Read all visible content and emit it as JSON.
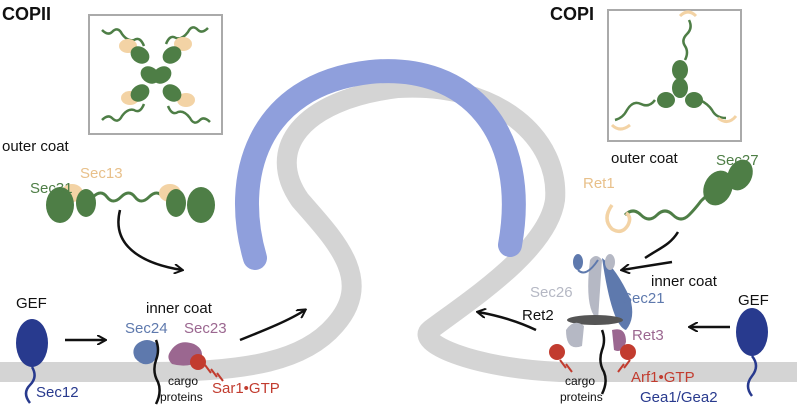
{
  "left_title": "COPII",
  "right_title": "COPI",
  "outer_coat_left": "outer coat",
  "outer_coat_right": "outer coat",
  "inner_coat_left": "inner coat",
  "inner_coat_right": "inner coat",
  "gef_left": "GEF",
  "gef_right": "GEF",
  "sec31": "Sec31",
  "sec13": "Sec13",
  "sec24": "Sec24",
  "sec23": "Sec23",
  "sar1": "Sar1•GTP",
  "sec12": "Sec12",
  "cargo_left_1": "cargo",
  "cargo_left_2": "proteins",
  "ret1": "Ret1",
  "sec27": "Sec27",
  "sec26": "Sec26",
  "sec21": "Sec21",
  "ret2": "Ret2",
  "ret3": "Ret3",
  "arf1": "Arf1•GTP",
  "gea": "Gea1/Gea2",
  "cargo_right_1": "cargo",
  "cargo_right_2": "proteins",
  "colors": {
    "green": "#4e7e46",
    "tan": "#f3d3a5",
    "blue_coat": "#8f9fdc",
    "membrane": "#d4d4d4",
    "navy": "#283a8e",
    "steel": "#5e79ad",
    "mauve": "#9b6790",
    "red": "#c23c2f",
    "light_grey": "#b5b8c4"
  }
}
